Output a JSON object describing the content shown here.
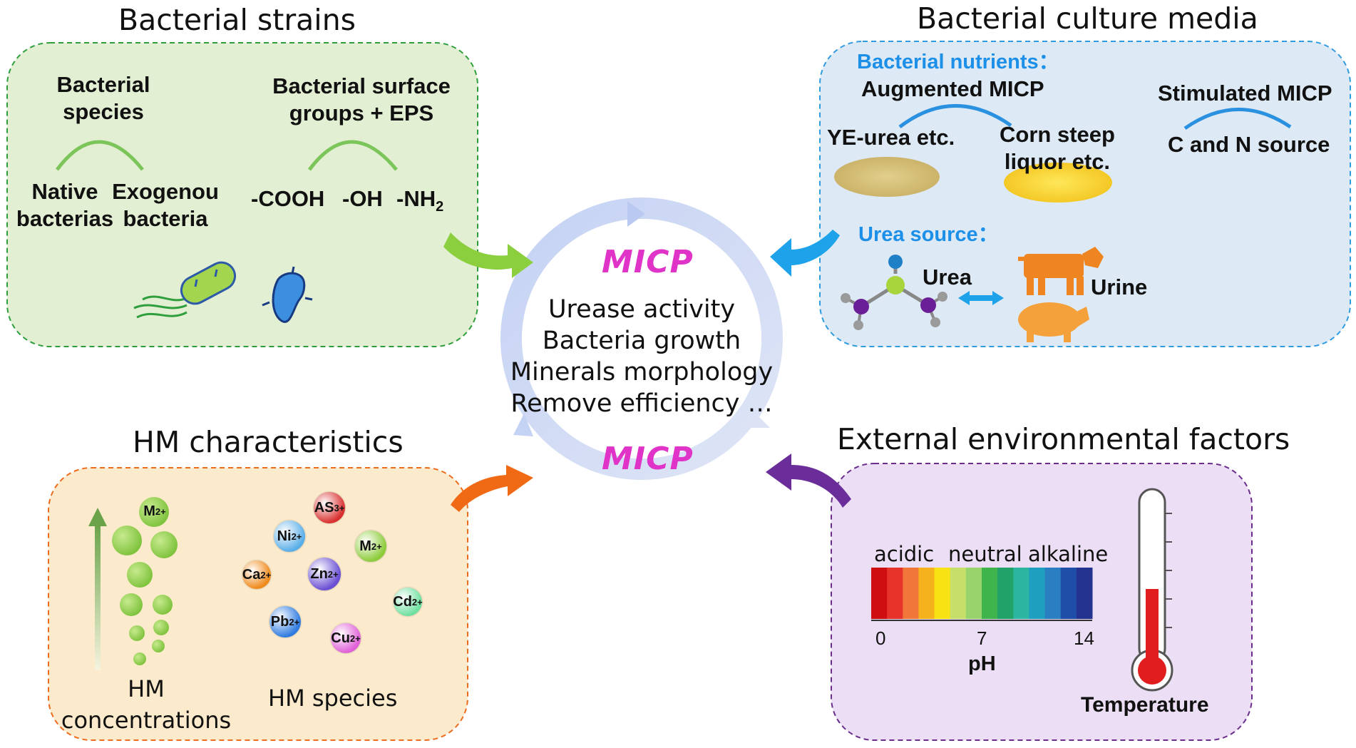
{
  "center": {
    "micp_top": "MICP",
    "micp_bottom": "MICP",
    "lines": [
      "Urease activity",
      "Bacteria growth",
      "Minerals morphology",
      "Remove efficiency …"
    ]
  },
  "bacterial_strains": {
    "title": "Bacterial strains",
    "species": "Bacterial species",
    "species_line1": "Bacterial",
    "species_line2": "species",
    "native_line1": "Native",
    "native_line2": "bacterias",
    "exo_line1": "Exogenou",
    "exo_line2": "bacteria",
    "surface_line1": "Bacterial surface",
    "surface_line2": "groups + EPS",
    "groups": [
      "-COOH",
      "-OH",
      "-NH"
    ],
    "nh_sub": "2"
  },
  "culture_media": {
    "title": "Bacterial culture media",
    "nutrients_label": "Bacterial nutrients：",
    "augmented": "Augmented MICP",
    "stimulated": "Stimulated MICP",
    "ye_urea": "YE-urea etc.",
    "corn_line1": "Corn steep",
    "corn_line2": "liquor etc.",
    "cn_source": "C and N source",
    "urea_source_label": "Urea source：",
    "urea": "Urea",
    "urine": "Urine"
  },
  "hm": {
    "title": "HM characteristics",
    "conc_line1": "HM",
    "conc_line2": "concentrations",
    "species": "HM species",
    "m_top": "M",
    "ions": [
      {
        "base": "AS",
        "charge": "3+",
        "color": "#d8302f"
      },
      {
        "base": "Ni",
        "charge": "2+",
        "color": "#5aaee8"
      },
      {
        "base": "M",
        "charge": "2+",
        "color": "#8ccb3a"
      },
      {
        "base": "Ca",
        "charge": "2+",
        "color": "#f08a1a"
      },
      {
        "base": "Zn",
        "charge": "2+",
        "color": "#6a4fd4"
      },
      {
        "base": "Cd",
        "charge": "2+",
        "color": "#6fe0a0"
      },
      {
        "base": "Pb",
        "charge": "2+",
        "color": "#2f7be0"
      },
      {
        "base": "Cu",
        "charge": "2+",
        "color": "#e060d8"
      }
    ],
    "m_top_charge": "2+"
  },
  "external": {
    "title": "External environmental factors",
    "acidic": "acidic",
    "neutral": "neutral",
    "alkaline": "alkaline",
    "ph_ticks": [
      "0",
      "7",
      "14"
    ],
    "ph_label": "pH",
    "temperature": "Temperature",
    "ph_colors": [
      "#cf0e12",
      "#e8332a",
      "#f0763a",
      "#f6b21c",
      "#f7e313",
      "#c5df6a",
      "#98d46b",
      "#3fb34c",
      "#21a268",
      "#2cb59f",
      "#1f9fbf",
      "#2a7fc0",
      "#1f4ea8",
      "#23338f"
    ]
  }
}
